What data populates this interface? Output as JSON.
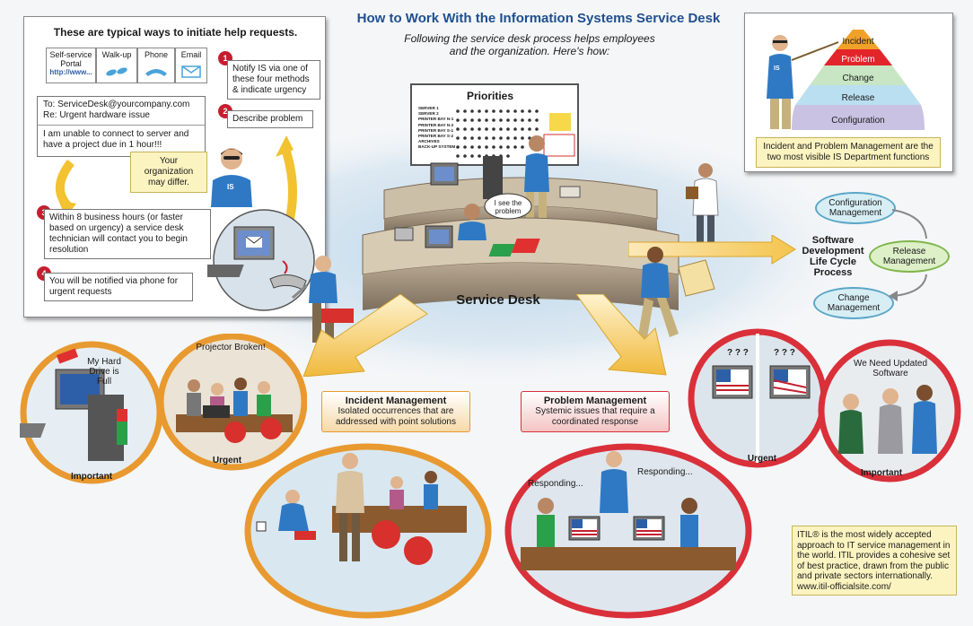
{
  "header": {
    "title": "How to Work With the Information Systems Service Desk",
    "subtitle": "Following the service desk process helps employees and the organization. Here's how:"
  },
  "requests_panel": {
    "heading": "These are typical ways to initiate help requests.",
    "methods": [
      {
        "label": "Self-service Portal",
        "sub": "http://www..."
      },
      {
        "label": "Walk-up",
        "sub": ""
      },
      {
        "label": "Phone",
        "sub": ""
      },
      {
        "label": "Email",
        "sub": ""
      }
    ],
    "email": {
      "to": "To: ServiceDesk@yourcompany.com",
      "re": "Re: Urgent hardware issue",
      "body": "I am unable to connect to server and have a project due in 1 hour!!!"
    },
    "steps": [
      {
        "num": "1",
        "text": "Notify IS via one of these four methods & indicate urgency"
      },
      {
        "num": "2",
        "text": "Describe problem"
      },
      {
        "num": "3",
        "text": "Within 8 business hours (or faster based on urgency) a service desk technician will contact you to begin resolution"
      },
      {
        "num": "4",
        "text": "You will be notified via phone for urgent requests"
      }
    ],
    "note": "Your organization may differ."
  },
  "board": {
    "title": "Priorities",
    "rows": [
      "SERVER 1",
      "SERVER 2",
      "PRINTER BAY N-1",
      "PRINTER BAY N-2",
      "PRINTER BAY S-1",
      "PRINTER BAY S-2",
      "ARCHIVES",
      "BACK-UP SYSTEM"
    ]
  },
  "desk": {
    "label": "Service Desk",
    "speech": "I see the problem",
    "badge": "IS"
  },
  "itil_pyramid": {
    "layers": [
      "Incident",
      "Problem",
      "Change",
      "Release",
      "Configuration"
    ],
    "caption": "Incident and Problem Management are the two most visible IS Department functions",
    "badge": "IS"
  },
  "sdlc": {
    "title": "Software Development Life Cycle Process",
    "bubbles": [
      "Configuration Management",
      "Release Management",
      "Change Management"
    ]
  },
  "incident": {
    "title": "Incident Management",
    "text": "Isolated occurrences that are addressed with point solutions",
    "scene_left_caption": "My Hard Drive is Full",
    "scene_left_tag": "Important",
    "scene_mid_caption": "Projector Broken!",
    "scene_mid_tag": "Urgent"
  },
  "problem": {
    "title": "Problem Management",
    "text": "Systemic issues that require a coordinated response",
    "responding_left": "Responding...",
    "responding_right": "Responding...",
    "scene_flag_q1": "? ? ?",
    "scene_flag_q2": "? ? ?",
    "scene_flag_tag": "Urgent",
    "scene_sw_caption": "We Need Updated Software",
    "scene_sw_tag": "Important"
  },
  "itil_note": "ITIL® is the most widely accepted approach to IT service management in the world. ITIL provides a cohesive set of best practice, drawn from the public and private sectors internationally. www.itil-officialsite.com/",
  "colors": {
    "title_blue": "#1f4f8f",
    "step_red": "#c41f2f",
    "incident_orange": "#e8992f",
    "problem_red": "#d9303a",
    "note_yellow": "#fcf4c0"
  }
}
